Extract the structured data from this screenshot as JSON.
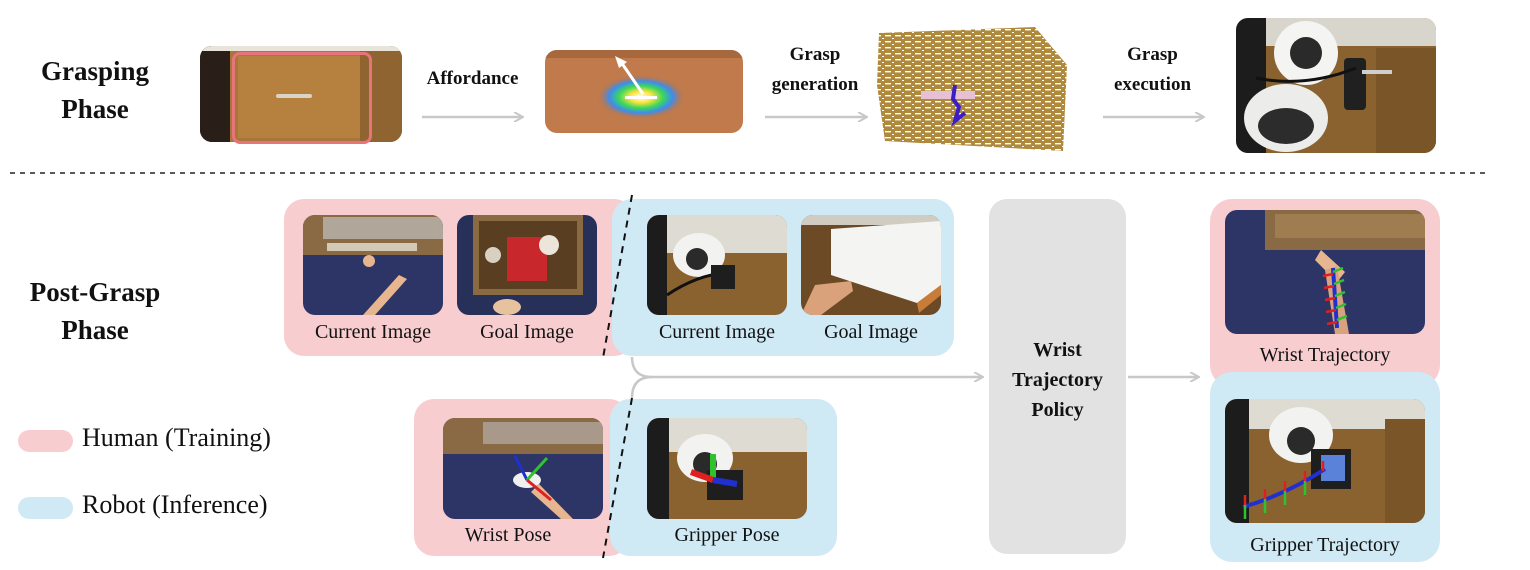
{
  "grasping_phase": {
    "title": "Grasping Phase",
    "steps": [
      {
        "label": "Affordance"
      },
      {
        "label": "Grasp generation"
      },
      {
        "label": "Grasp execution"
      }
    ]
  },
  "post_grasp_phase": {
    "title": "Post-Grasp Phase",
    "human_images": {
      "current": "Current Image",
      "goal": "Goal Image"
    },
    "robot_images": {
      "current": "Current Image",
      "goal": "Goal Image"
    },
    "wrist_pose": "Wrist Pose",
    "gripper_pose": "Gripper Pose",
    "policy": "Wrist Trajectory Policy",
    "wrist_trajectory": "Wrist Trajectory",
    "gripper_trajectory": "Gripper Trajectory"
  },
  "legend": {
    "human": {
      "label": "Human (Training)",
      "color": "#f8cdd0"
    },
    "robot": {
      "label": "Robot (Inference)",
      "color": "#cfe9f5"
    }
  }
}
